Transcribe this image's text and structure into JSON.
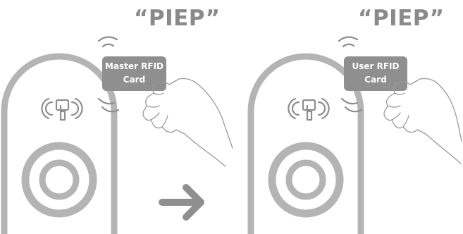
{
  "panels": [
    {
      "sound_label": "“PIEP”",
      "card_line1": "Master RFID",
      "card_line2": "Card"
    },
    {
      "sound_label": "“PIEP”",
      "card_line1": "User RFID",
      "card_line2": "Card"
    }
  ],
  "icons": {
    "arrow": "arrow-right-icon",
    "contactless": "contactless-tap-icon",
    "sound": "sound-wave-icon",
    "hand": "hand-icon"
  },
  "colors": {
    "outline": "#bdbdbd",
    "device_stroke": "#aaaaaa",
    "card": "#8f8f8f",
    "text": "#8a8a8a",
    "arrow": "#8f8f8f"
  }
}
